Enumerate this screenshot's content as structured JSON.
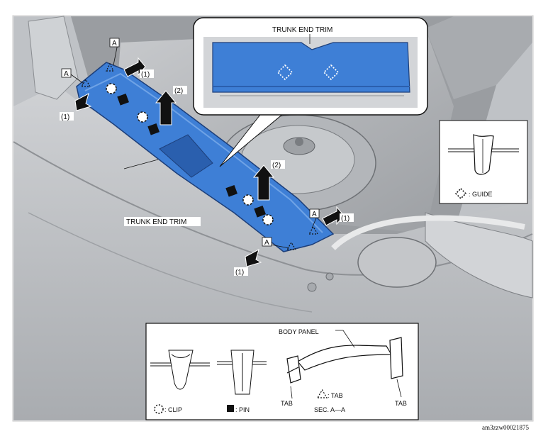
{
  "labels": {
    "trunk_end_trim_inset": "TRUNK END TRIM",
    "trunk_end_trim_main": "TRUNK END TRIM",
    "step_1": "(1)",
    "step_2": "(2)",
    "section_a": "A",
    "guide_legend": ": GUIDE",
    "clip_legend": ": CLIP",
    "pin_legend": ": PIN",
    "tab_legend": ": TAB",
    "body_panel": "BODY PANEL",
    "tab": "TAB",
    "section_caption": "SEC. A—A",
    "figure_code": "am3zzw00021875"
  },
  "colors": {
    "trim_blue": "#3e7fd6",
    "trim_blue_dark": "#2a5fae",
    "car_gray": "#b9bcc0",
    "car_gray_light": "#d9dbdd",
    "car_gray_dark": "#7d8084",
    "outline": "#222222"
  }
}
